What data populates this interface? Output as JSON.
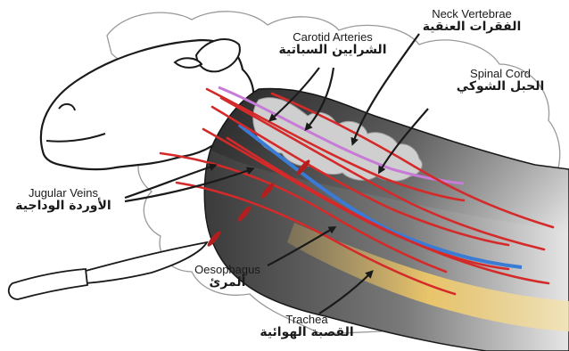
{
  "labels": {
    "neck_vertebrae": {
      "en": "Neck Vertebrae",
      "ar": "الفقرات العنقية"
    },
    "carotid_arteries": {
      "en": "Carotid Arteries",
      "ar": "الشرايين السباتية"
    },
    "spinal_cord": {
      "en": "Spinal Cord",
      "ar": "الحبل الشوكي"
    },
    "jugular_veins": {
      "en": "Jugular Veins",
      "ar": "الأوردة الوداجية"
    },
    "oesophagus": {
      "en": "Oesophagus",
      "ar": "ألمرئ"
    },
    "trachea": {
      "en": "Trachea",
      "ar": "القصبة الهوائية"
    }
  },
  "colors": {
    "artery_red": "#d42a2a",
    "spinal_purple": "#c77ad6",
    "oesophagus_blue": "#3a7bd5",
    "trachea_gold": "#e8c46a",
    "neck_dark": "#3a3a3a",
    "neck_light": "#d9d9d9"
  }
}
